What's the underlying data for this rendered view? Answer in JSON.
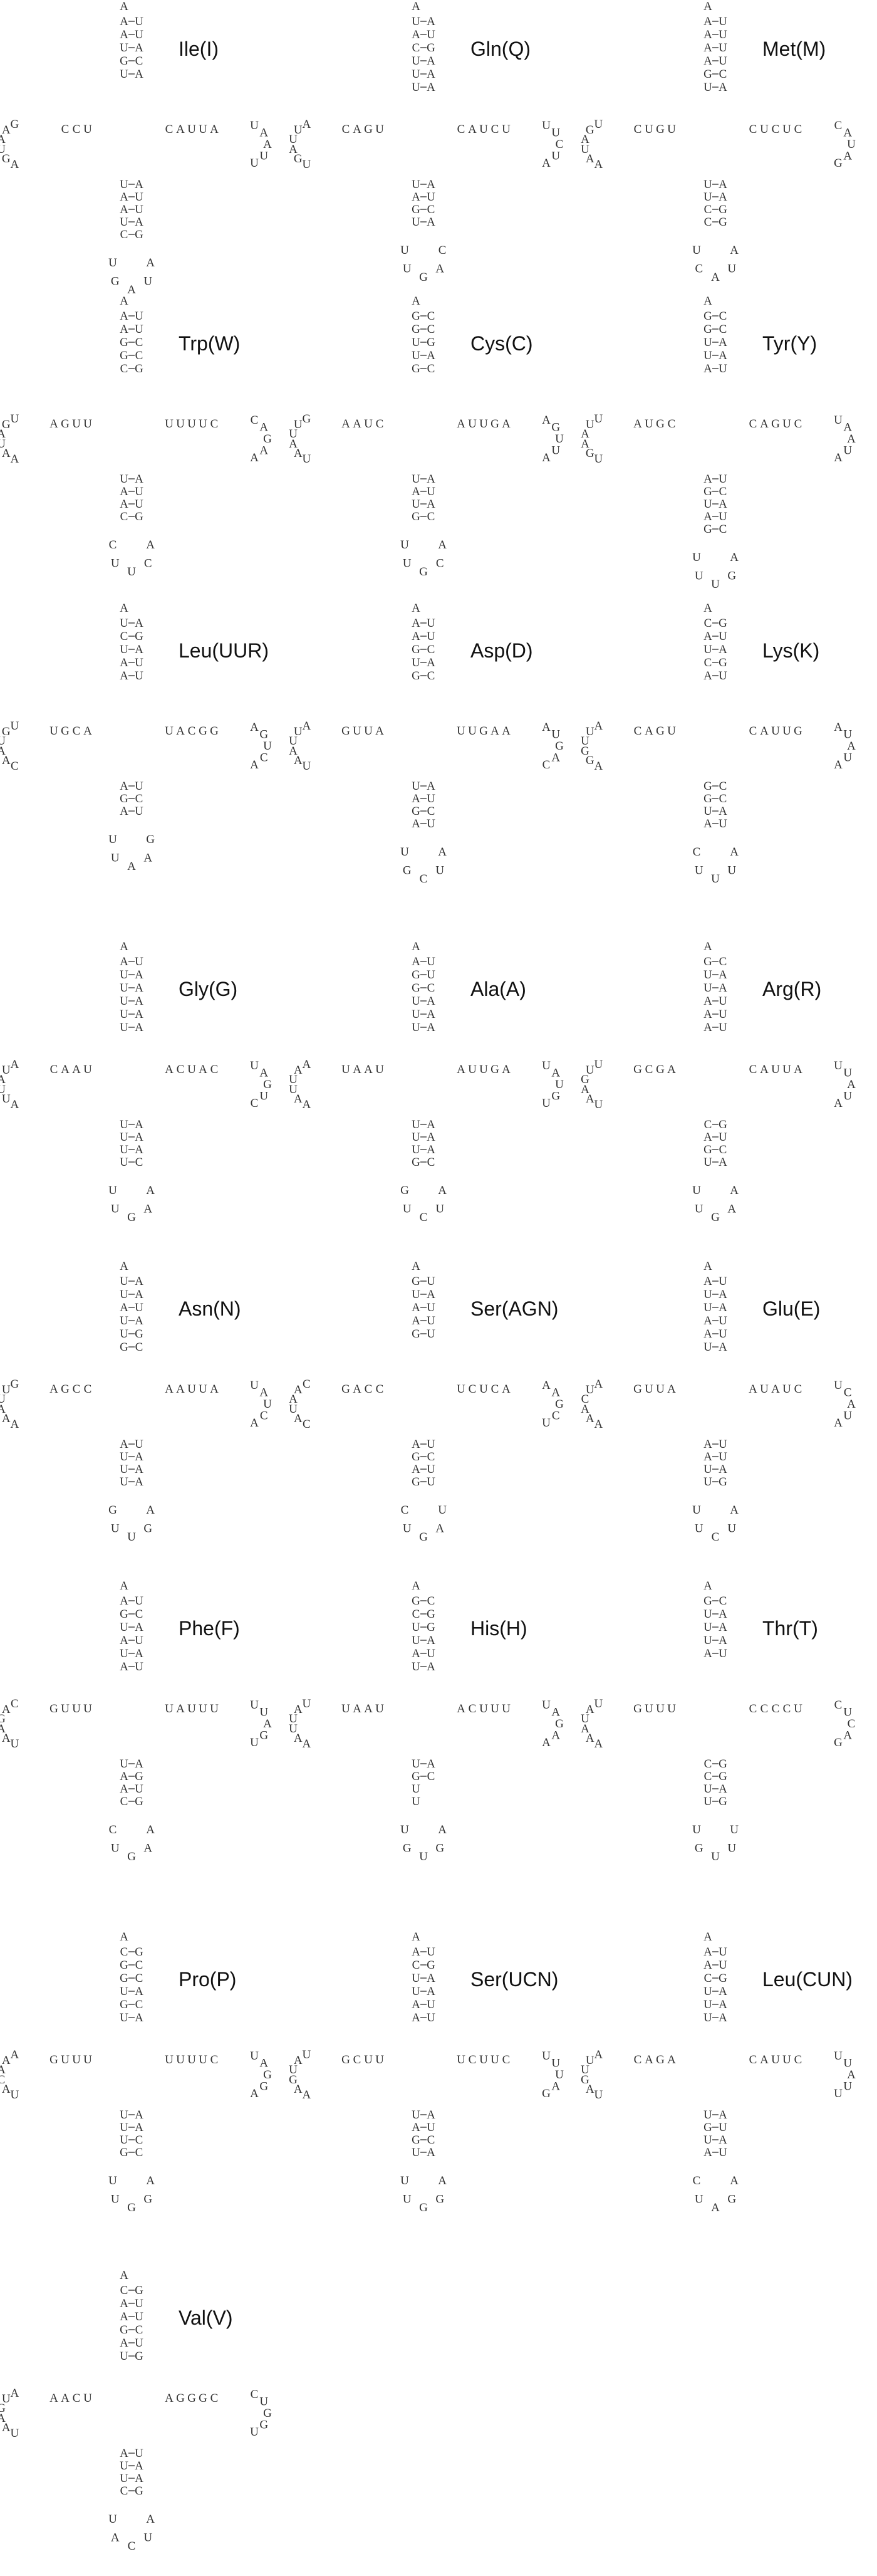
{
  "panels": [
    {
      "label": "Ile(I)",
      "acc": [
        "A-U",
        "A-U",
        "U-A",
        "G-C",
        "U-A"
      ],
      "dh": [
        "U",
        "C",
        "C"
      ],
      "tc": [
        "C",
        "A",
        "U",
        "U",
        "A"
      ],
      "ac": [
        "U-A",
        "A-U",
        "A-U",
        "U-A",
        "C-G"
      ],
      "dloop": [
        "A",
        "G",
        "U",
        "A",
        "A",
        "G"
      ],
      "tloop": [
        "U",
        "A",
        "A",
        "U",
        "U"
      ],
      "acloop": [
        "U",
        "G",
        "A",
        "U",
        "A"
      ]
    },
    {
      "label": "Gln(Q)",
      "acc": [
        "U-A",
        "A-U",
        "C-G",
        "U-A",
        "U-A",
        "U-A"
      ],
      "dh": [
        "U",
        "G",
        "A",
        "C"
      ],
      "tc": [
        "C",
        "A",
        "U",
        "C",
        "U"
      ],
      "ac": [
        "U-A",
        "A-U",
        "G-C",
        "U-A"
      ],
      "dloop": [
        "U",
        "G",
        "A",
        "U",
        "U",
        "A"
      ],
      "tloop": [
        "U",
        "U",
        "C",
        "U",
        "A"
      ],
      "acloop": [
        "U",
        "U",
        "G",
        "A",
        "C"
      ]
    },
    {
      "label": "Met(M)",
      "acc": [
        "A-U",
        "A-U",
        "A-U",
        "A-U",
        "G-C",
        "U-A"
      ],
      "dh": [
        "U",
        "G",
        "U",
        "C"
      ],
      "tc": [
        "C",
        "U",
        "C",
        "U",
        "C"
      ],
      "ac": [
        "U-A",
        "U-A",
        "C-G",
        "C-G"
      ],
      "dloop": [
        "A",
        "A",
        "U",
        "A",
        "G",
        "U"
      ],
      "tloop": [
        "C",
        "A",
        "U",
        "A",
        "G"
      ],
      "acloop": [
        "U",
        "C",
        "A",
        "U",
        "A"
      ]
    },
    {
      "label": "Trp(W)",
      "acc": [
        "A-U",
        "A-U",
        "G-C",
        "G-C",
        "C-G"
      ],
      "dh": [
        "U",
        "U",
        "G",
        "A"
      ],
      "tc": [
        "U",
        "U",
        "U",
        "U",
        "C"
      ],
      "ac": [
        "U-A",
        "A-U",
        "A-U",
        "C-G"
      ],
      "dloop": [
        "A",
        "A",
        "U",
        "A",
        "G",
        "U"
      ],
      "tloop": [
        "C",
        "A",
        "G",
        "A",
        "A"
      ],
      "acloop": [
        "C",
        "U",
        "U",
        "C",
        "A"
      ]
    },
    {
      "label": "Cys(C)",
      "acc": [
        "G-C",
        "G-C",
        "U-G",
        "U-A",
        "G-C"
      ],
      "dh": [
        "C",
        "U",
        "A",
        "A"
      ],
      "tc": [
        "A",
        "U",
        "U",
        "G",
        "A"
      ],
      "ac": [
        "U-A",
        "A-U",
        "U-A",
        "G-C"
      ],
      "dloop": [
        "U",
        "A",
        "A",
        "U",
        "U",
        "G"
      ],
      "tloop": [
        "A",
        "G",
        "U",
        "U",
        "A"
      ],
      "acloop": [
        "U",
        "U",
        "G",
        "C",
        "A"
      ]
    },
    {
      "label": "Tyr(Y)",
      "acc": [
        "G-C",
        "G-C",
        "U-A",
        "U-A",
        "A-U"
      ],
      "dh": [
        "C",
        "G",
        "U",
        "A"
      ],
      "tc": [
        "C",
        "A",
        "G",
        "U",
        "C"
      ],
      "ac": [
        "A-U",
        "G-C",
        "U-A",
        "A-U",
        "G-C"
      ],
      "dloop": [
        "U",
        "G",
        "A",
        "A",
        "U",
        "U"
      ],
      "tloop": [
        "U",
        "A",
        "A",
        "U",
        "A"
      ],
      "acloop": [
        "U",
        "U",
        "U",
        "G",
        "A"
      ]
    },
    {
      "label": "Leu(UUR)",
      "acc": [
        "U-A",
        "C-G",
        "U-A",
        "A-U",
        "A-U"
      ],
      "dh": [
        "A",
        "C",
        "G",
        "U"
      ],
      "tc": [
        "U",
        "A",
        "C",
        "G",
        "G"
      ],
      "ac": [
        "A-U",
        "G-C",
        "A-U"
      ],
      "dloop": [
        "C",
        "A",
        "A",
        "U",
        "G",
        "U"
      ],
      "tloop": [
        "A",
        "G",
        "U",
        "C",
        "A"
      ],
      "acloop": [
        "U",
        "U",
        "A",
        "A",
        "G"
      ]
    },
    {
      "label": "Asp(D)",
      "acc": [
        "A-U",
        "A-U",
        "G-C",
        "U-A",
        "G-C"
      ],
      "dh": [
        "A",
        "U",
        "U",
        "G"
      ],
      "tc": [
        "U",
        "U",
        "G",
        "A",
        "A"
      ],
      "ac": [
        "U-A",
        "A-U",
        "G-C",
        "A-U"
      ],
      "dloop": [
        "U",
        "A",
        "A",
        "U",
        "U",
        "A"
      ],
      "tloop": [
        "A",
        "U",
        "G",
        "A",
        "C"
      ],
      "acloop": [
        "U",
        "G",
        "C",
        "U",
        "A"
      ]
    },
    {
      "label": "Lys(K)",
      "acc": [
        "C-G",
        "A-U",
        "U-A",
        "C-G",
        "A-U"
      ],
      "dh": [
        "U",
        "G",
        "A",
        "C"
      ],
      "tc": [
        "C",
        "A",
        "U",
        "U",
        "G"
      ],
      "ac": [
        "G-C",
        "G-C",
        "U-A",
        "A-U"
      ],
      "dloop": [
        "A",
        "G",
        "G",
        "U",
        "U",
        "A"
      ],
      "tloop": [
        "A",
        "U",
        "A",
        "U",
        "A"
      ],
      "acloop": [
        "C",
        "U",
        "U",
        "U",
        "A"
      ]
    },
    {
      "label": "Gly(G)",
      "acc": [
        "A-U",
        "U-A",
        "U-A",
        "U-A",
        "U-A",
        "U-A"
      ],
      "dh": [
        "U",
        "A",
        "A",
        "C"
      ],
      "tc": [
        "A",
        "C",
        "U",
        "A",
        "C"
      ],
      "ac": [
        "U-A",
        "U-A",
        "U-A",
        "U-C"
      ],
      "dloop": [
        "A",
        "U",
        "U",
        "A",
        "U",
        "A"
      ],
      "tloop": [
        "U",
        "A",
        "G",
        "U",
        "C"
      ],
      "acloop": [
        "U",
        "U",
        "G",
        "A",
        "A"
      ]
    },
    {
      "label": "Ala(A)",
      "acc": [
        "A-U",
        "G-U",
        "G-C",
        "U-A",
        "U-A",
        "U-A"
      ],
      "dh": [
        "U",
        "A",
        "A",
        "U"
      ],
      "tc": [
        "A",
        "U",
        "U",
        "G",
        "A"
      ],
      "ac": [
        "U-A",
        "U-A",
        "U-A",
        "G-C"
      ],
      "dloop": [
        "A",
        "A",
        "U",
        "U",
        "A",
        "A"
      ],
      "tloop": [
        "U",
        "A",
        "U",
        "G",
        "U"
      ],
      "acloop": [
        "G",
        "U",
        "C",
        "U",
        "A"
      ]
    },
    {
      "label": "Arg(R)",
      "acc": [
        "G-C",
        "U-A",
        "U-A",
        "A-U",
        "A-U",
        "A-U"
      ],
      "dh": [
        "A",
        "G",
        "C",
        "G"
      ],
      "tc": [
        "C",
        "A",
        "U",
        "U",
        "A"
      ],
      "ac": [
        "C-G",
        "A-U",
        "G-C",
        "U-A"
      ],
      "dloop": [
        "U",
        "A",
        "A",
        "G",
        "U",
        "U"
      ],
      "tloop": [
        "U",
        "U",
        "A",
        "U",
        "A"
      ],
      "acloop": [
        "U",
        "U",
        "G",
        "A",
        "A"
      ]
    },
    {
      "label": "Asn(N)",
      "acc": [
        "U-A",
        "U-A",
        "A-U",
        "U-A",
        "U-G",
        "G-C"
      ],
      "dh": [
        "C",
        "C",
        "G",
        "A"
      ],
      "tc": [
        "A",
        "A",
        "U",
        "U",
        "A"
      ],
      "ac": [
        "A-U",
        "U-A",
        "U-A",
        "U-A"
      ],
      "dloop": [
        "A",
        "A",
        "A",
        "U",
        "U",
        "G"
      ],
      "tloop": [
        "U",
        "A",
        "U",
        "C",
        "A"
      ],
      "acloop": [
        "G",
        "U",
        "U",
        "G",
        "A"
      ]
    },
    {
      "label": "Ser(AGN)",
      "acc": [
        "G-U",
        "U-A",
        "A-U",
        "A-U",
        "G-U"
      ],
      "dh": [
        "C",
        "C",
        "A",
        "G"
      ],
      "tc": [
        "U",
        "C",
        "U",
        "C",
        "A"
      ],
      "ac": [
        "A-U",
        "G-C",
        "A-U",
        "G-U"
      ],
      "dloop": [
        "C",
        "A",
        "U",
        "A",
        "A",
        "C"
      ],
      "tloop": [
        "A",
        "A",
        "G",
        "C",
        "U"
      ],
      "acloop": [
        "C",
        "U",
        "G",
        "A",
        "U"
      ]
    },
    {
      "label": "Glu(E)",
      "acc": [
        "A-U",
        "U-A",
        "U-A",
        "A-U",
        "A-U",
        "U-A"
      ],
      "dh": [
        "A",
        "U",
        "U",
        "G"
      ],
      "tc": [
        "A",
        "U",
        "A",
        "U",
        "C"
      ],
      "ac": [
        "A-U",
        "A-U",
        "U-A",
        "U-G"
      ],
      "dloop": [
        "A",
        "A",
        "A",
        "C",
        "U",
        "A"
      ],
      "tloop": [
        "U",
        "C",
        "A",
        "U",
        "A"
      ],
      "acloop": [
        "U",
        "U",
        "C",
        "U",
        "A"
      ]
    },
    {
      "label": "Phe(F)",
      "acc": [
        "A-U",
        "G-C",
        "U-A",
        "A-U",
        "U-A",
        "A-U"
      ],
      "dh": [
        "U",
        "U",
        "U",
        "G"
      ],
      "tc": [
        "U",
        "A",
        "U",
        "U",
        "U"
      ],
      "ac": [
        "U-A",
        "A-G",
        "A-U",
        "C-G"
      ],
      "dloop": [
        "U",
        "A",
        "A",
        "G",
        "A",
        "C"
      ],
      "tloop": [
        "U",
        "U",
        "A",
        "G",
        "U"
      ],
      "acloop": [
        "C",
        "U",
        "G",
        "A",
        "A"
      ]
    },
    {
      "label": "His(H)",
      "acc": [
        "G-C",
        "C-G",
        "U-G",
        "U-A",
        "A-U",
        "U-A"
      ],
      "dh": [
        "U",
        "A",
        "A",
        "U"
      ],
      "tc": [
        "A",
        "C",
        "U",
        "U",
        "U"
      ],
      "ac": [
        "U-A",
        "G-C",
        "U",
        "U"
      ],
      "dloop": [
        "A",
        "A",
        "U",
        "U",
        "A",
        "U"
      ],
      "tloop": [
        "U",
        "A",
        "G",
        "A",
        "A"
      ],
      "acloop": [
        "U",
        "G",
        "U",
        "G",
        "A"
      ]
    },
    {
      "label": "Thr(T)",
      "acc": [
        "G-C",
        "U-A",
        "U-A",
        "U-A",
        "A-U"
      ],
      "dh": [
        "U",
        "U",
        "U",
        "G"
      ],
      "tc": [
        "C",
        "C",
        "C",
        "C",
        "U"
      ],
      "ac": [
        "C-G",
        "C-G",
        "U-A",
        "U-G"
      ],
      "dloop": [
        "A",
        "A",
        "A",
        "U",
        "A",
        "U"
      ],
      "tloop": [
        "C",
        "U",
        "C",
        "A",
        "G"
      ],
      "acloop": [
        "U",
        "G",
        "U",
        "U",
        "U"
      ]
    },
    {
      "label": "Pro(P)",
      "acc": [
        "C-G",
        "G-C",
        "G-C",
        "U-A",
        "G-C",
        "U-A"
      ],
      "dh": [
        "U",
        "U",
        "U",
        "G"
      ],
      "tc": [
        "U",
        "U",
        "U",
        "U",
        "C"
      ],
      "ac": [
        "U-A",
        "U-A",
        "U-C",
        "G-C"
      ],
      "dloop": [
        "U",
        "A",
        "C",
        "A",
        "A",
        "A"
      ],
      "tloop": [
        "U",
        "A",
        "G",
        "G",
        "A"
      ],
      "acloop": [
        "U",
        "U",
        "G",
        "G",
        "A"
      ]
    },
    {
      "label": "Ser(UCN)",
      "acc": [
        "A-U",
        "C-G",
        "U-A",
        "U-A",
        "A-U",
        "A-U"
      ],
      "dh": [
        "U",
        "U",
        "C",
        "G"
      ],
      "tc": [
        "U",
        "C",
        "U",
        "U",
        "C"
      ],
      "ac": [
        "U-A",
        "A-U",
        "G-C",
        "U-A"
      ],
      "dloop": [
        "A",
        "A",
        "G",
        "U",
        "A",
        "U"
      ],
      "tloop": [
        "U",
        "U",
        "U",
        "A",
        "G"
      ],
      "acloop": [
        "U",
        "U",
        "G",
        "G",
        "A"
      ]
    },
    {
      "label": "Leu(CUN)",
      "acc": [
        "A-U",
        "A-U",
        "C-G",
        "U-A",
        "U-A",
        "U-A"
      ],
      "dh": [
        "A",
        "G",
        "A",
        "C"
      ],
      "tc": [
        "C",
        "A",
        "U",
        "U",
        "C"
      ],
      "ac": [
        "U-A",
        "G-U",
        "U-A",
        "A-U"
      ],
      "dloop": [
        "U",
        "A",
        "G",
        "U",
        "U",
        "A"
      ],
      "tloop": [
        "U",
        "U",
        "A",
        "U",
        "U"
      ],
      "acloop": [
        "C",
        "U",
        "A",
        "G",
        "A"
      ]
    },
    {
      "label": "Val(V)",
      "acc": [
        "C-G",
        "A-U",
        "A-U",
        "G-C",
        "A-U",
        "U-G"
      ],
      "dh": [
        "U",
        "C",
        "A",
        "A"
      ],
      "tc": [
        "A",
        "G",
        "G",
        "G",
        "C"
      ],
      "ac": [
        "A-U",
        "U-A",
        "U-A",
        "C-G"
      ],
      "dloop": [
        "U",
        "A",
        "A",
        "G",
        "U",
        "A"
      ],
      "tloop": [
        "C",
        "U",
        "G",
        "G",
        "U"
      ],
      "acloop": [
        "U",
        "A",
        "C",
        "U",
        "A"
      ]
    }
  ]
}
